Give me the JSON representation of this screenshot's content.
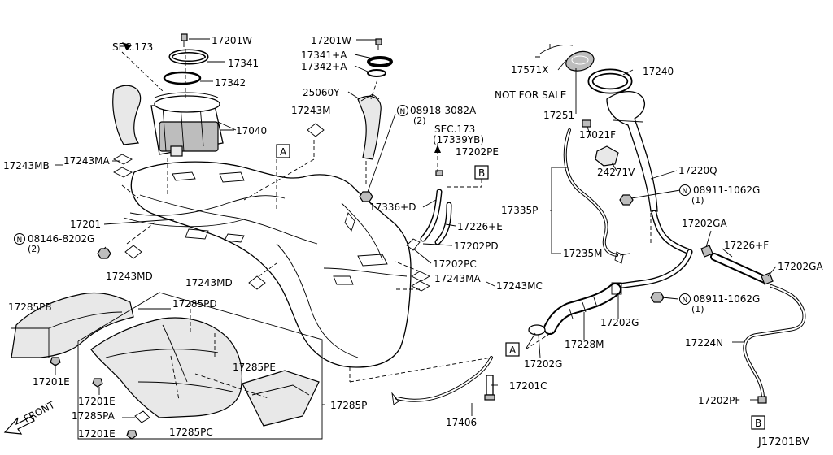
{
  "diagram_id": "J17201BV",
  "front_label": "FRONT",
  "notes": {
    "sec173_a": "SEC.173",
    "sec173_b": "SEC.173",
    "sec173_b_sub": "(17339YB)",
    "not_for_sale": "NOT FOR SALE"
  },
  "box_markers": {
    "a": "A",
    "b": "B"
  },
  "labels": {
    "p17201w_top": "17201W",
    "p17341": "17341",
    "p17342": "17342",
    "p17040": "17040",
    "p17201w_right": "17201W",
    "p17341a": "17341+A",
    "p17342a": "17342+A",
    "p25060y": "25060Y",
    "p17243m": "17243M",
    "p08918": "08918-3082A",
    "p08918_qty": "(2)",
    "p17202pe": "17202PE",
    "p17243mb": "17243MB",
    "p17243ma_top": "17243MA",
    "p17201": "17201",
    "p08146": "08146-8202G",
    "p08146_qty": "(2)",
    "p17336d": "17336+D",
    "p17226e": "17226+E",
    "p17202pd": "17202PD",
    "p17202pc": "17202PC",
    "p17243md_left": "17243MD",
    "p17243md_mid": "17243MD",
    "p17243ma_right": "17243MA",
    "p17243mc": "17243MC",
    "p17285pb": "17285PB",
    "p17285pd": "17285PD",
    "p17285pe": "17285PE",
    "p17285p": "17285P",
    "p17201e_a": "17201E",
    "p17201e_b": "17201E",
    "p17285pa": "17285PA",
    "p17201e_c": "17201E",
    "p17285pc": "17285PC",
    "p17406": "17406",
    "p17201c": "17201C",
    "p17571x": "17571X",
    "p17240": "17240",
    "p17251": "17251",
    "p17021f": "17021F",
    "p24271v": "24271V",
    "p17220q": "17220Q",
    "p08911_a": "08911-1062G",
    "p08911_a_qty": "(1)",
    "p17335p": "17335P",
    "p17202ga_a": "17202GA",
    "p17226f": "17226+F",
    "p17202ga_b": "17202GA",
    "p17235m": "17235M",
    "p08911_b": "08911-1062G",
    "p08911_b_qty": "(1)",
    "p17202g_a": "17202G",
    "p17228m": "17228M",
    "p17202g_b": "17202G",
    "p17224n": "17224N",
    "p17202pf": "17202PF"
  }
}
